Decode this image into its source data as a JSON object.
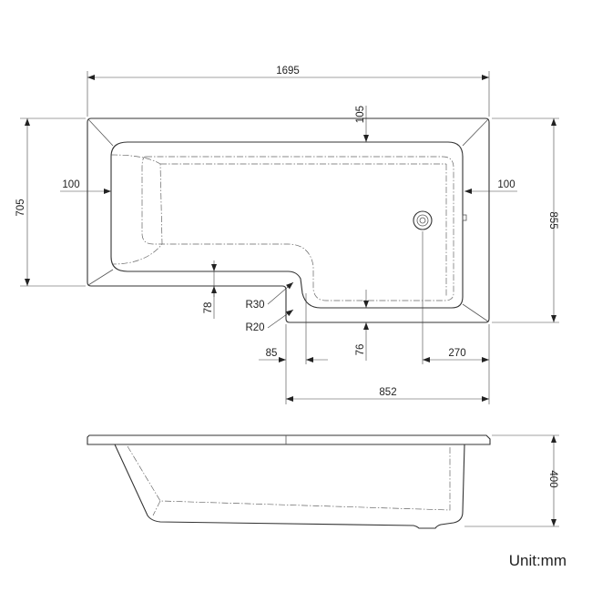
{
  "drawing": {
    "plan_view": {
      "overall_length": "1695",
      "rim_width_top": "105",
      "rim_width_left": "100",
      "rim_width_right": "100",
      "narrow_width": "705",
      "wide_width": "855",
      "step_depth": "78",
      "corner_radius_inner": "R30",
      "corner_radius_outer": "R20",
      "step_offset": "85",
      "rim_width_bottom": "76",
      "waste_offset": "270",
      "wide_section_length": "852"
    },
    "side_view": {
      "height": "400"
    }
  },
  "unit_label": "Unit:mm"
}
